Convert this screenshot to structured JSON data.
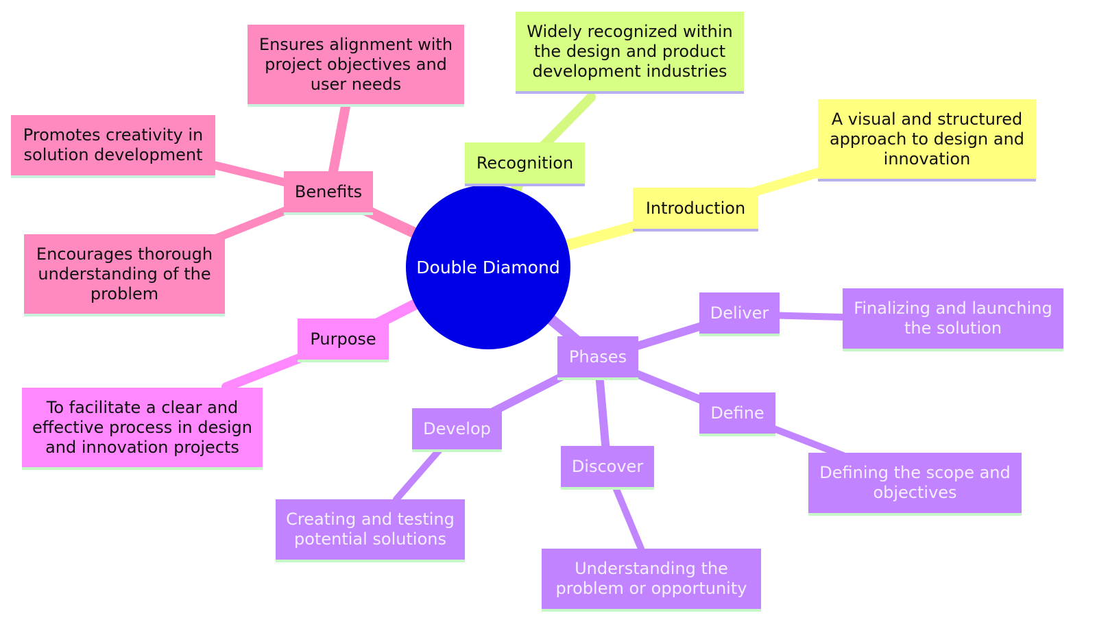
{
  "colors": {
    "root_fill": "#0000e6",
    "root_text": "#ffffff",
    "benefits": "#ff8ac0",
    "benefits_edge": "#ff88bf",
    "recognition": "#d8ff85",
    "recognition_edge": "#d4f880",
    "introduction": "#ffff80",
    "introduction_edge": "#ffff80",
    "purpose": "#ff88ff",
    "purpose_edge": "#ff88ff",
    "phases": "#c183ff",
    "phases_edge": "#c186ff",
    "dark_text": "#111111",
    "light_text": "#f4eeff",
    "underline_pink": "#c9f2dc",
    "underline_purple": "#b6b0f0",
    "underline_green": "#c6f7c6"
  },
  "root": {
    "label": "Double Diamond"
  },
  "branches": {
    "benefits": {
      "label": "Benefits",
      "children": [
        "Ensures alignment with project objectives and user needs",
        "Promotes creativity in solution development",
        "Encourages thorough understanding of the problem"
      ]
    },
    "recognition": {
      "label": "Recognition",
      "children": [
        "Widely recognized within the design and product development industries"
      ]
    },
    "introduction": {
      "label": "Introduction",
      "children": [
        "A visual and structured approach to design and innovation"
      ]
    },
    "purpose": {
      "label": "Purpose",
      "children": [
        "To facilitate a clear and effective process in design and innovation projects"
      ]
    },
    "phases": {
      "label": "Phases",
      "children": [
        {
          "label": "Deliver",
          "detail": "Finalizing and launching the solution"
        },
        {
          "label": "Define",
          "detail": "Defining the scope and objectives"
        },
        {
          "label": "Discover",
          "detail": "Understanding the problem or opportunity"
        },
        {
          "label": "Develop",
          "detail": "Creating and testing potential solutions"
        }
      ]
    }
  }
}
